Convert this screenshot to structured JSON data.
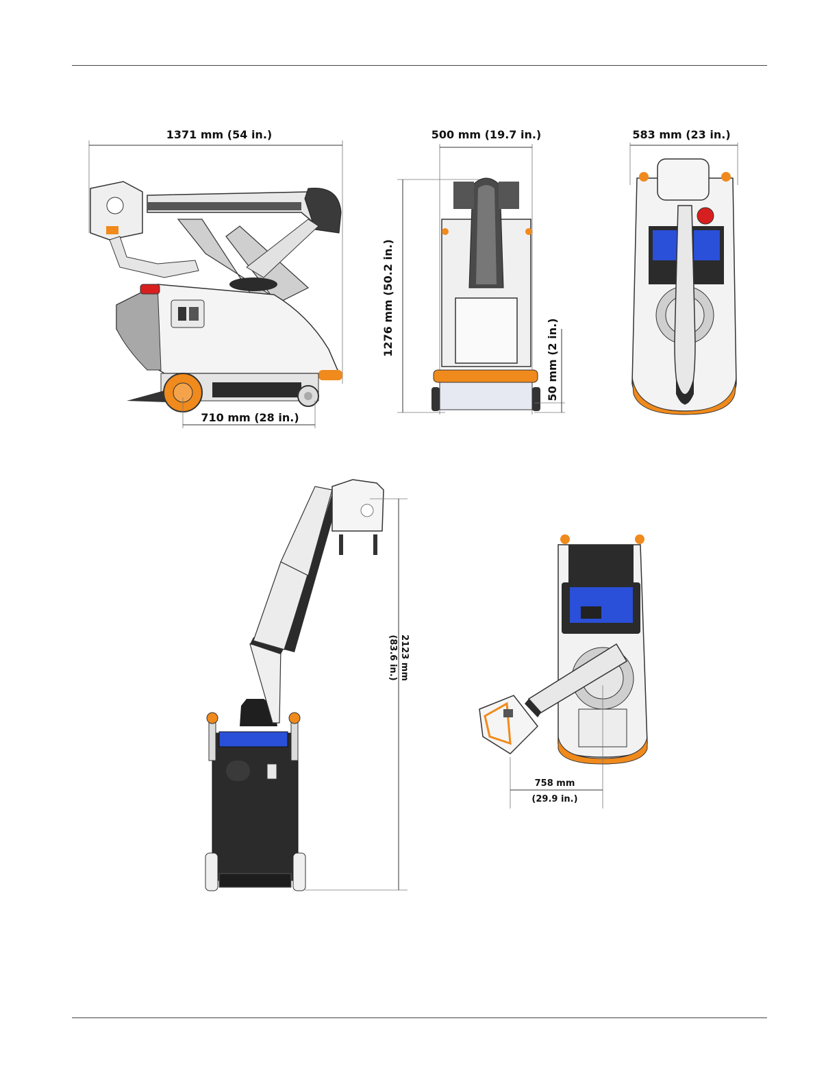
{
  "figures": {
    "side_view": {
      "width_label": "1371 mm (54 in.)",
      "wheelbase_label": "710 mm (28 in.)"
    },
    "front_view": {
      "width_label": "500 mm (19.7 in.)",
      "height_label": "1276 mm (50.2 in.)",
      "clearance_label": "50 mm (2 in.)"
    },
    "top_view": {
      "width_label": "583 mm (23 in.)"
    },
    "extended_view": {
      "height_label_mm": "2123 mm",
      "height_label_in": "(83.6 in.)"
    },
    "rotated_top_view": {
      "reach_label_mm": "758 mm",
      "reach_label_in": "(29.9 in.)"
    }
  },
  "colors": {
    "accent_orange": "#f08a1c",
    "screen_blue": "#2a4fd8",
    "stop_red": "#d81f1f",
    "body_gray": "#d9d9d9",
    "dark": "#2b2b2b"
  }
}
